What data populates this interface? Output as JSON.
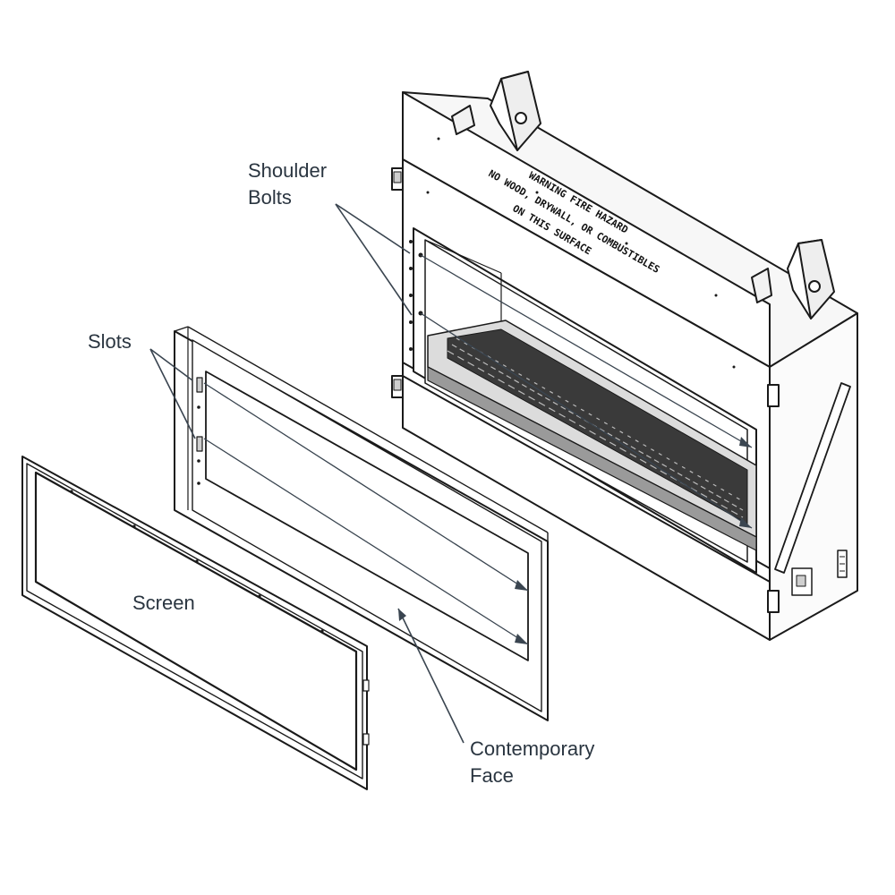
{
  "labels": {
    "shoulder_bolts_line1": "Shoulder",
    "shoulder_bolts_line2": "Bolts",
    "slots": "Slots",
    "screen": "Screen",
    "contemporary_face_line1": "Contemporary",
    "contemporary_face_line2": "Face"
  },
  "warning_plate": {
    "line1": "WARNING FIRE HAZARD",
    "line2": "NO WOOD, DRYWALL, OR COMBUSTIBLES",
    "line3": "ON THIS SURFACE"
  },
  "colors": {
    "line": "#1a1a1a",
    "label_text": "#2a3540",
    "leader": "#3a4550"
  }
}
